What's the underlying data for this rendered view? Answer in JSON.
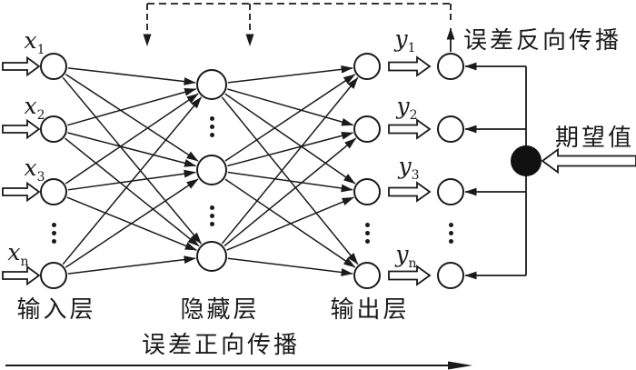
{
  "labels": {
    "error_backprop": "误差反向传播",
    "expected_value": "期望值",
    "error_forward": "误差正向传播",
    "input_layer": "输入层",
    "hidden_layer": "隐藏层",
    "output_layer": "输出层"
  },
  "node_labels": {
    "inputs": [
      {
        "base": "x",
        "sub": "1"
      },
      {
        "base": "x",
        "sub": "2"
      },
      {
        "base": "x",
        "sub": "3"
      },
      {
        "base": "x",
        "sub": "n"
      }
    ],
    "outputs": [
      {
        "base": "y",
        "sub": "1"
      },
      {
        "base": "y",
        "sub": "2"
      },
      {
        "base": "y",
        "sub": "3"
      },
      {
        "base": "y",
        "sub": "n"
      }
    ]
  },
  "colors": {
    "stroke": "#1a1a1a",
    "node_fill": "#ffffff",
    "expected_node": "#111111",
    "background": "#ffffff"
  }
}
